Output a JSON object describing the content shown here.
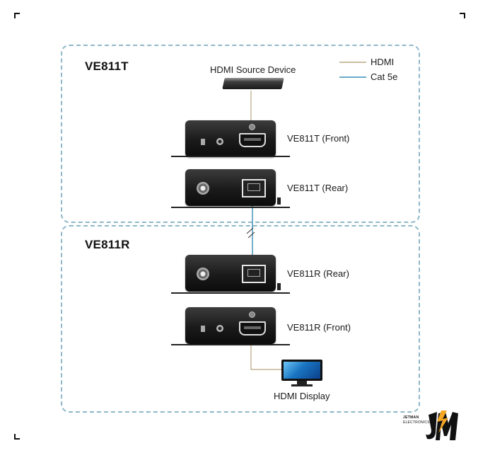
{
  "groups": {
    "transmitter": {
      "title": "VE811T"
    },
    "receiver": {
      "title": "VE811R"
    }
  },
  "legend": {
    "hdmi": {
      "label": "HDMI",
      "color": "#b8a880"
    },
    "cat5e": {
      "label": "Cat 5e",
      "color": "#3c8fb5"
    }
  },
  "source_device": {
    "label": "HDMI Source Device"
  },
  "devices": {
    "t_front": {
      "label": "VE811T (Front)"
    },
    "t_rear": {
      "label": "VE811T (Rear)"
    },
    "r_rear": {
      "label": "VE811R (Rear)"
    },
    "r_front": {
      "label": "VE811R (Front)"
    }
  },
  "display": {
    "label": "HDMI Display"
  },
  "watermark": {
    "line1": "JETMAN",
    "line2": "ELECTRONICS",
    "accent": "#f5a623"
  },
  "colors": {
    "dashed_border": "#8fb8c9"
  },
  "icons": [
    "source-device-icon",
    "ve811t-front-unit-icon",
    "ve811t-rear-unit-icon",
    "ve811r-rear-unit-icon",
    "ve811r-front-unit-icon",
    "hdmi-display-icon",
    "jetman-logo-icon"
  ]
}
